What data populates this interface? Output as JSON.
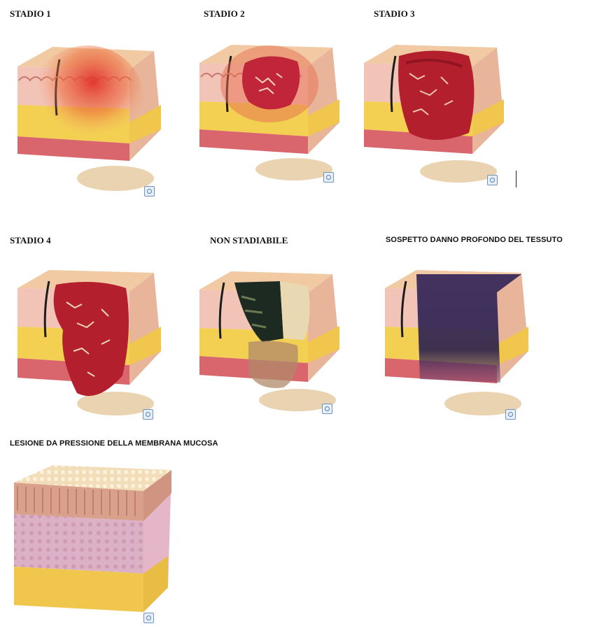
{
  "labels": {
    "stage1": "STADIO 1",
    "stage2": "STADIO 2",
    "stage3": "STADIO 3",
    "stage4": "STADIO 4",
    "unstageable": "NON STADIABILE",
    "deep_tissue": "SOSPETTO DANNO PROFONDO DEL TESSUTO",
    "mucosal": "LESIONE DA PRESSIONE DELLA MEMBRANA MUCOSA"
  },
  "colors": {
    "skin_top": "#f1caa4",
    "skin_side": "#e8b49a",
    "dermis": "#f2c3b7",
    "fat": "#f3cf52",
    "muscle": "#d9666d",
    "bone": "#e9d3b1",
    "wound": "#b8202d",
    "necrosis": "#1c2a22",
    "slough": "#e8d9b2",
    "bruise": "#372a55",
    "mucosa_top": "#f2ddb9",
    "mucosa_cells": "#d9a08c",
    "mucosa_body": "#dcb1c5"
  }
}
